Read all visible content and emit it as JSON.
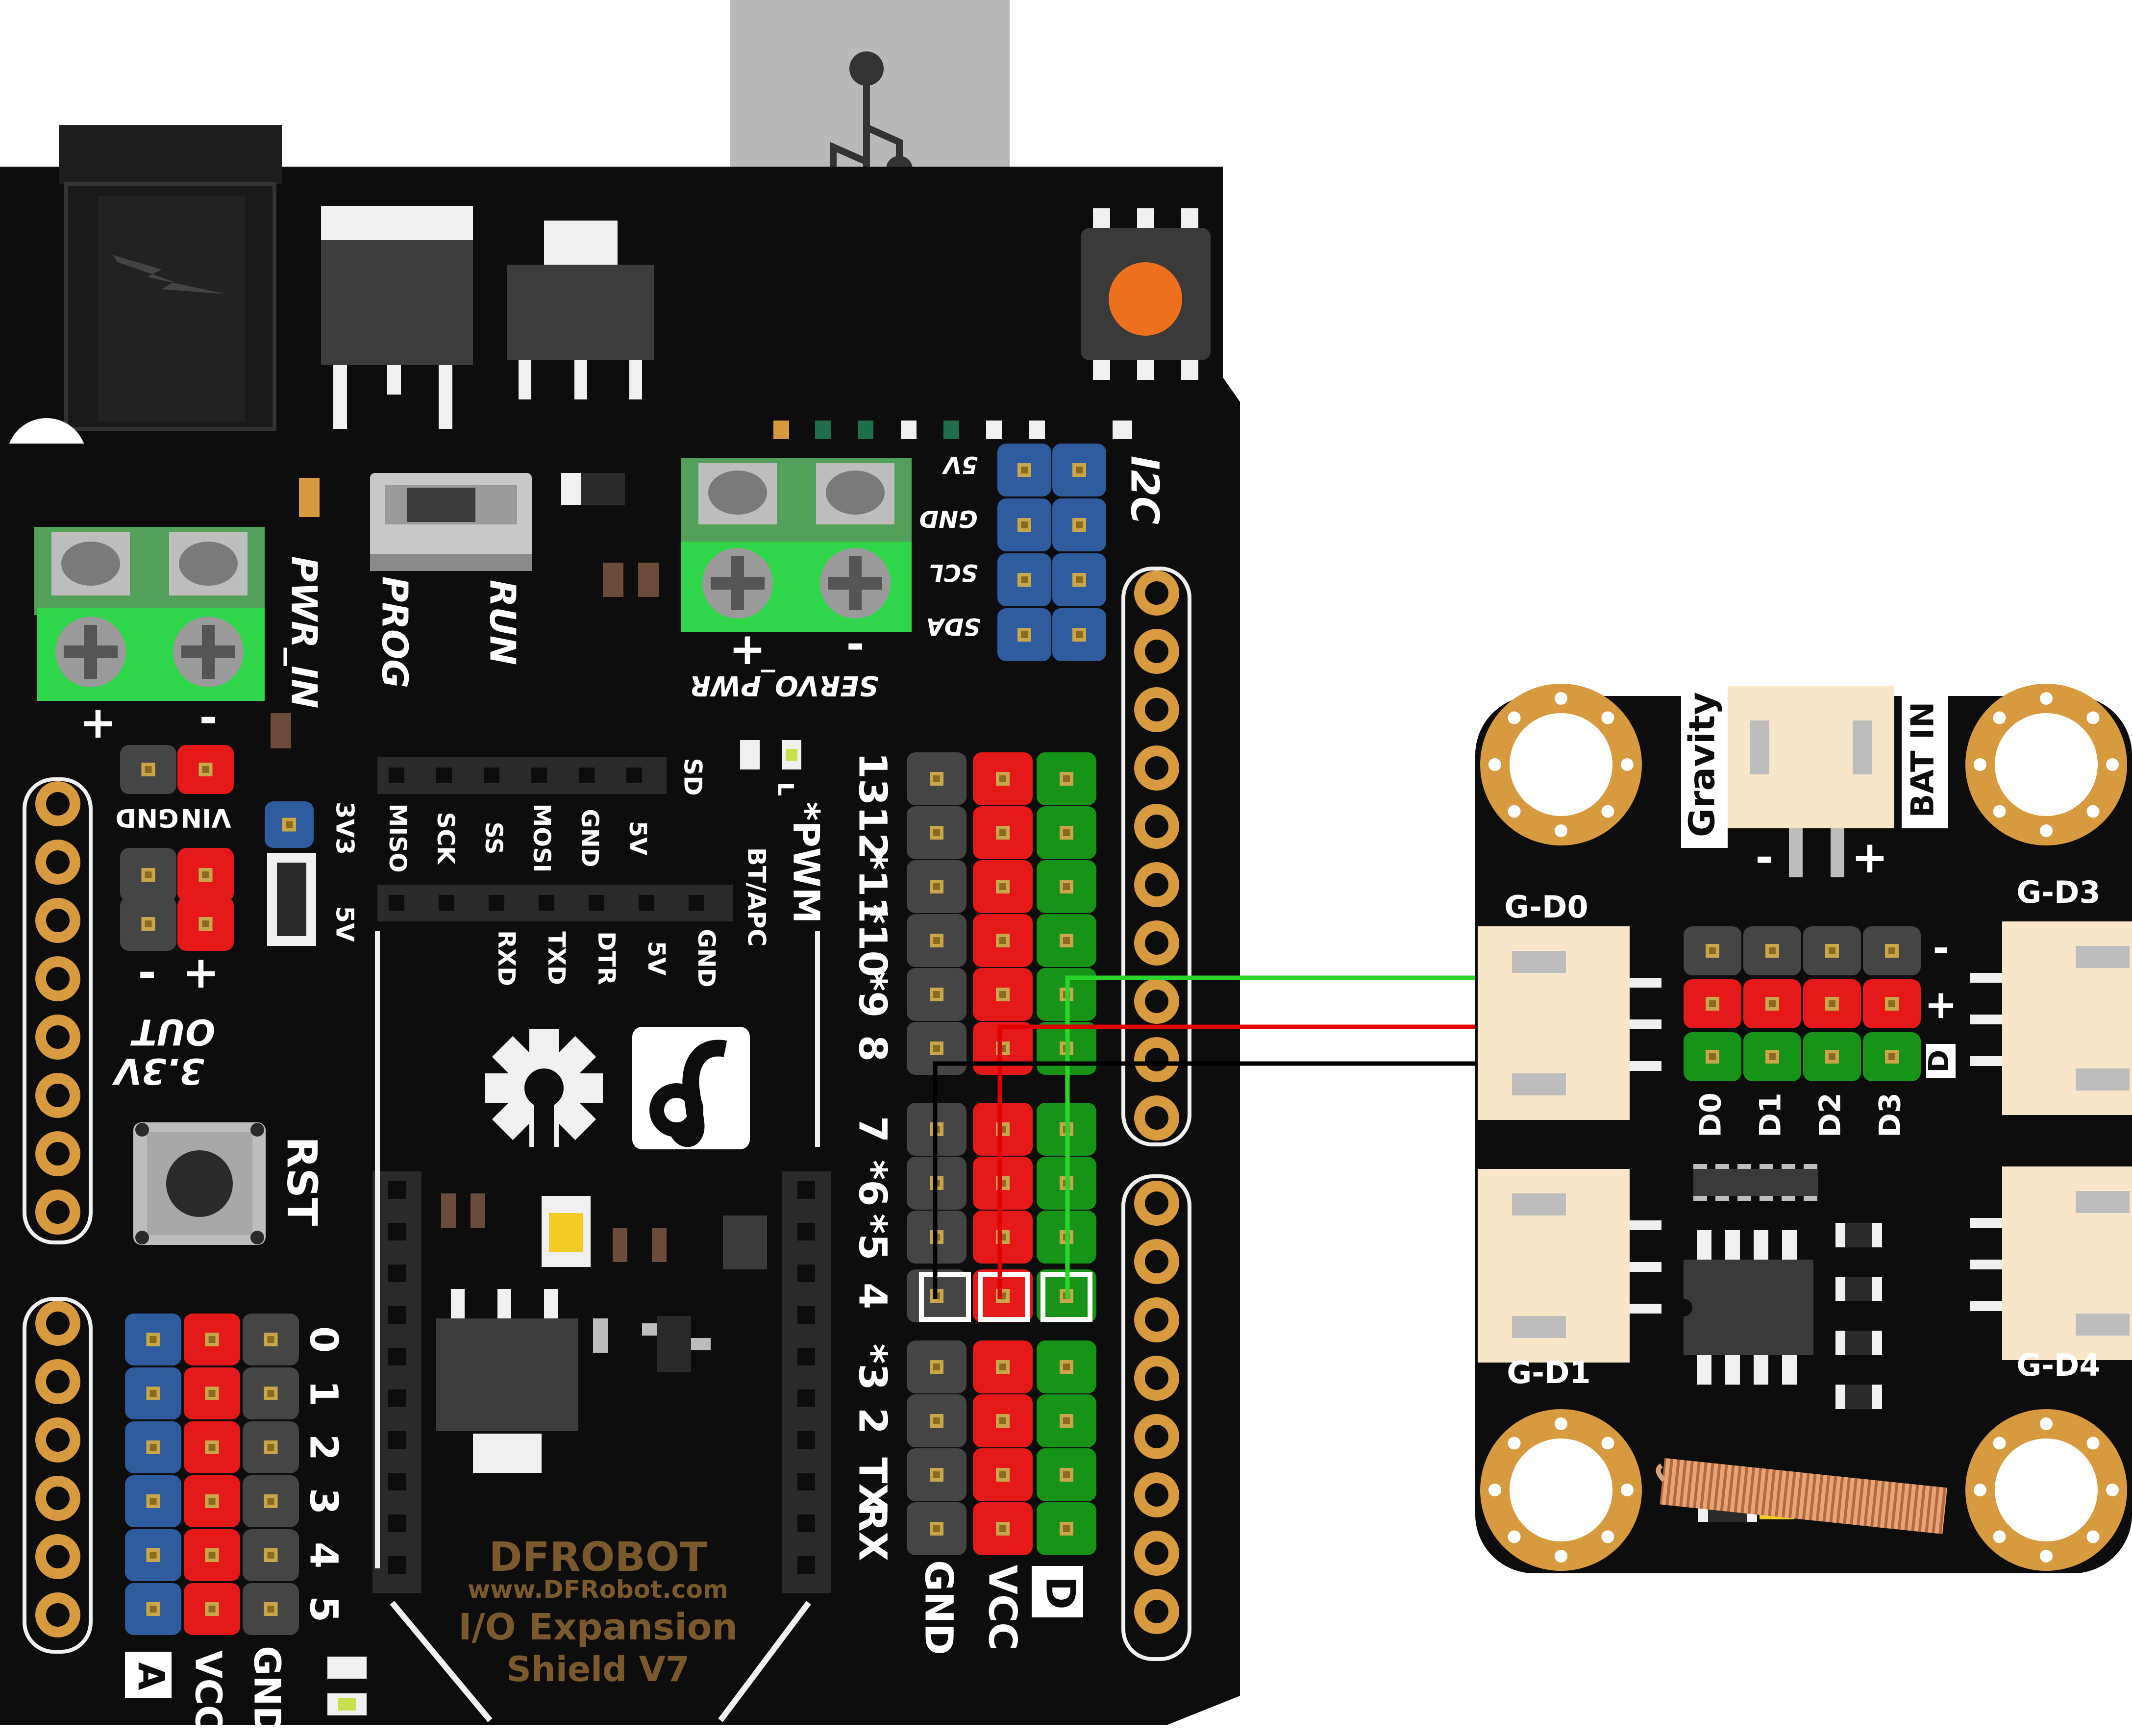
{
  "shield": {
    "brand": "DFROBOT",
    "url": "www.DFRobot.com",
    "product_line1": "I/O Expansion",
    "product_line2": "Shield V7",
    "labels": {
      "pwr_in": "PWR_IN",
      "prog": "PROG",
      "run": "RUN",
      "servo_pwr": "SERVO_PWR",
      "plus": "+",
      "minus": "-",
      "vin": "VIN",
      "gnd": "GND",
      "v33": "3V3",
      "v5": "5V",
      "out_line1": "3.3V",
      "out_line2": "OUT",
      "rst": "RST",
      "i2c": "I2C",
      "i2c_5v": "5V",
      "i2c_gnd": "GND",
      "i2c_scl": "SCL",
      "i2c_sda": "SDA",
      "pwm": "*PWM",
      "led_l": "L",
      "sd": "SD",
      "bt_apc": "BT/APC",
      "d_header": "D",
      "gnd_col": "GND",
      "vcc_col": "VCC",
      "a_header": "A",
      "a_vcc": "VCC",
      "a_gnd": "GND"
    },
    "spi_labels": [
      "MISO",
      "SCK",
      "SS",
      "MOSI",
      "GND",
      "5V"
    ],
    "bt_labels": [
      "RXD",
      "TXD",
      "DTR",
      "5V",
      "GND"
    ],
    "digital_pin_labels": [
      "13",
      "12",
      "*11",
      "*10",
      "*9",
      "8",
      "7",
      "*6",
      "*5",
      "4",
      "*3",
      "2",
      "TX",
      "RX"
    ],
    "analog_pin_labels": [
      "0",
      "1",
      "2",
      "3",
      "4",
      "5"
    ]
  },
  "module": {
    "gravity": "Gravity",
    "bat_in": "BAT IN",
    "minus": "-",
    "plus": "+",
    "side_d": "D",
    "ports": [
      "G-D0",
      "G-D1",
      "G-D3",
      "G-D4"
    ],
    "pin_labels": [
      "D0",
      "D1",
      "D2",
      "D3"
    ]
  },
  "wires": [
    {
      "color": "#2bd62b",
      "from": "Shield D4 signal",
      "to": "Module D"
    },
    {
      "color": "#e00000",
      "from": "Shield D4 VCC",
      "to": "Module +"
    },
    {
      "color": "#000000",
      "from": "Shield D4 GND",
      "to": "Module -"
    }
  ],
  "colors": {
    "board": "#0d0d0d",
    "gnd_pin": "#454545",
    "vcc_pin": "#e51919",
    "sig_pin": "#179417",
    "blue_pin": "#2e5c9e",
    "terminal": "#2fd64a",
    "gold": "#d89a3e",
    "connector": "#f8e6c8"
  }
}
